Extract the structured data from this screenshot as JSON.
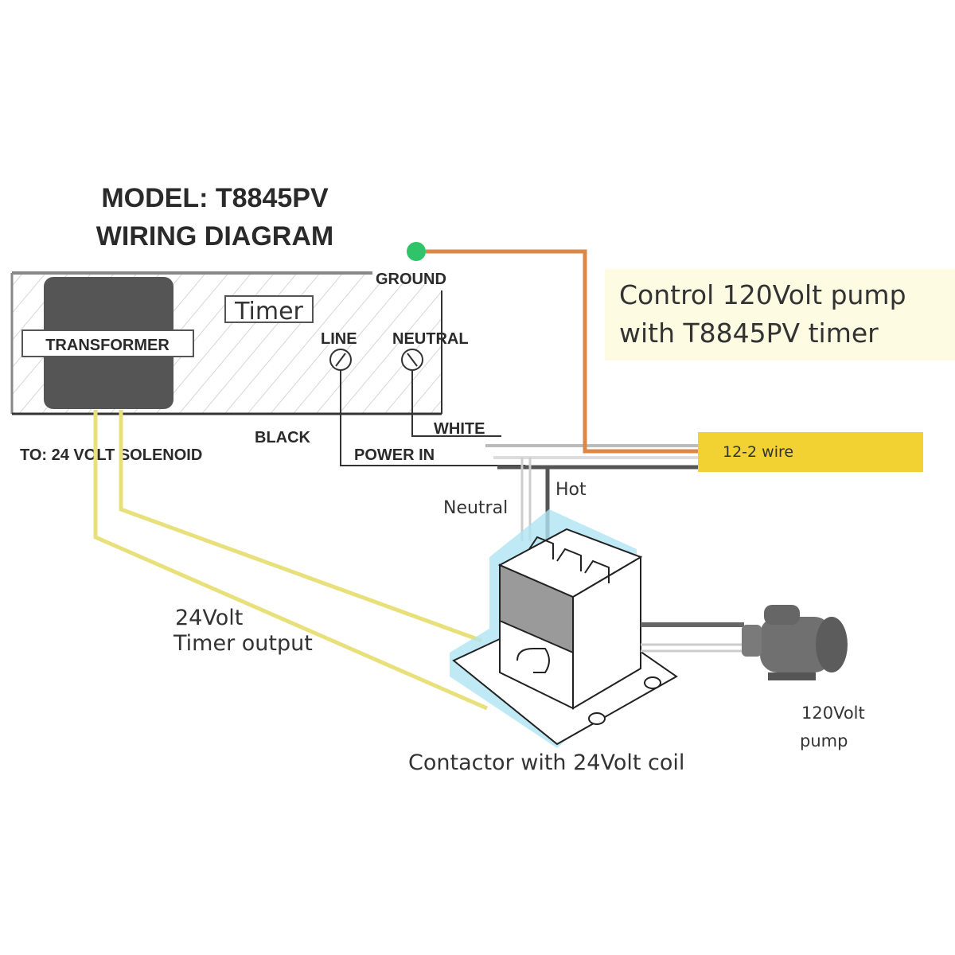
{
  "title": {
    "line1": "MODEL: T8845PV",
    "line2": "WIRING DIAGRAM"
  },
  "timer_box": {
    "timer_label": "Timer",
    "transformer_label": "TRANSFORMER",
    "ground_label": "GROUND",
    "line_label": "LINE",
    "neutral_label": "NEUTRAL"
  },
  "wires": {
    "black_label": "BLACK",
    "white_label": "WHITE",
    "power_in_label": "POWER IN",
    "solenoid_label": "TO: 24 VOLT SOLENOID",
    "cable_label": "12-2 wire",
    "hot_label": "Hot",
    "neutral_label": "Neutral",
    "output_line1": "24Volt",
    "output_line2": "Timer output"
  },
  "callout": {
    "line1": "Control 120Volt pump",
    "line2": "with T8845PV timer"
  },
  "contactor_label": "Contactor with 24Volt coil",
  "pump": {
    "line1": "120Volt",
    "line2": "pump"
  },
  "colors": {
    "ground": "#2fc46a",
    "orange_wire": "#d9884a",
    "yellow_wire": "#e8e07a",
    "cable": "#f2d233",
    "glow": "#aee3f2",
    "transformer": "#555555"
  }
}
